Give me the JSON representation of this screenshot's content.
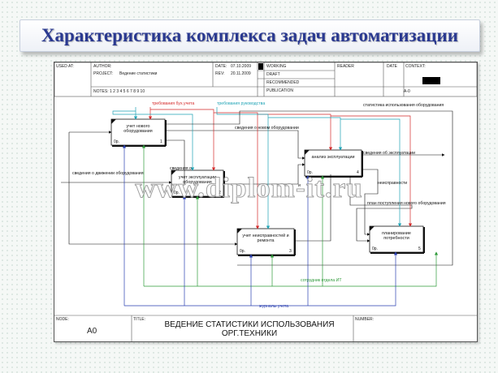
{
  "slide": {
    "title": "Характеристика комплекса задач автоматизации",
    "watermark": "www.diplom-it.ru"
  },
  "frame": {
    "used_at": "USED AT:",
    "author": "AUTHOR:",
    "project": "PROJECT:",
    "project_name": "Ведение статистики",
    "date_label": "DATE:",
    "date_value": "07.10.2009",
    "rev_label": "REV:",
    "rev_value": "20.11.2009",
    "notes": "NOTES:  1  2  3  4  5  6  7  8  9  10",
    "working": "WORKING",
    "draft": "DRAFT",
    "recommended": "RECOMMENDED",
    "publication": "PUBLICATION",
    "reader": "READER",
    "date2": "DATE",
    "context": "CONTEXT:",
    "context_node": "A-0",
    "node_label": "NODE:",
    "node_value": "A0",
    "title_label": "TITLE:",
    "diagram_title": "ВЕДЕНИЕ СТАТИСТИКИ ИСПОЛЬЗОВАНИЯ ОРГ.ТЕХНИКИ",
    "number_label": "NUMBER:"
  },
  "boxes": [
    {
      "name": "учет нового оборудования",
      "cost": "0р.",
      "id": "1"
    },
    {
      "name": "учет эксплуатации оборудования",
      "cost": "0р.",
      "id": "2"
    },
    {
      "name": "учет неисправностей и ремонта",
      "cost": "0р.",
      "id": "3"
    },
    {
      "name": "анализ эксплуатации",
      "cost": "0р.",
      "id": "4"
    },
    {
      "name": "планирование потребности",
      "cost": "0р.",
      "id": "5"
    }
  ],
  "arrows": {
    "req_accounting": "требования бух.учета",
    "req_management": "требования руководства",
    "usage_stats": "статистика использования оборудования",
    "new_equipment_info": "сведения о новом оборудовании",
    "operation_info": "сведения об эксплуатации",
    "movement_info": "сведения о движении оборудования",
    "faults": "неисправности",
    "new_equipment_needs": "план поступления нового оборудования",
    "it_staff": "сотрудник отдела ИТ",
    "log_journals": "журналы учета",
    "frag_1": "сведения о",
    "frag_2": "и"
  },
  "colors": {
    "red": "#d42a2a",
    "cyan": "#1fa3b5",
    "green": "#2e9a3a",
    "blue": "#2a3fb0",
    "black": "#111111",
    "title": "#2a3990"
  }
}
